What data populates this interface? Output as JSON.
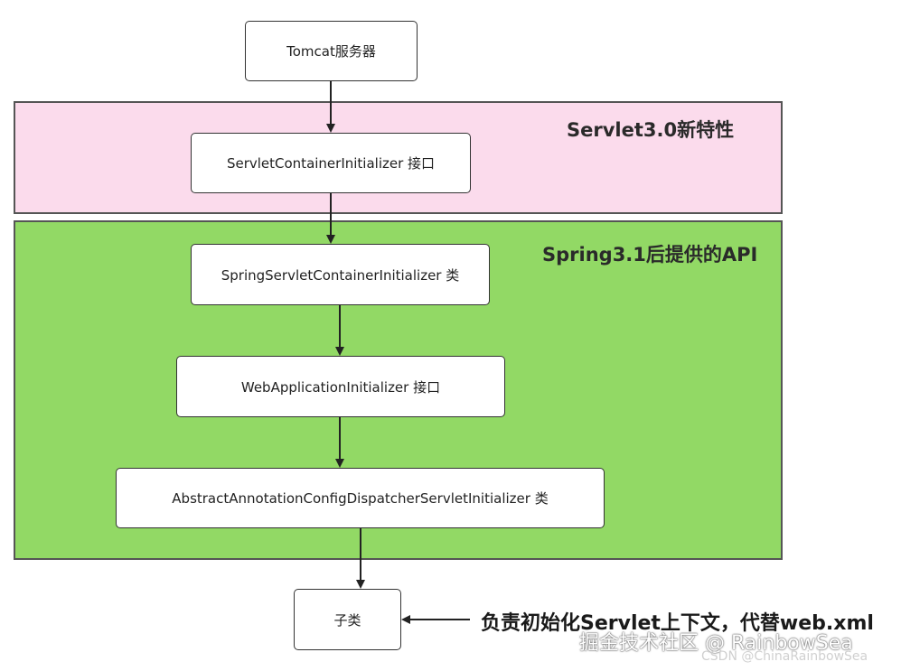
{
  "regions": {
    "servlet": {
      "title": "Servlet3.0新特性",
      "color": "#fbdbec"
    },
    "spring": {
      "title": "Spring3.1后提供的API",
      "color": "#92d965"
    }
  },
  "nodes": {
    "tomcat": "Tomcat服务器",
    "servlet_container_initializer": "ServletContainerInitializer 接口",
    "spring_servlet_container_initializer": "SpringServletContainerInitializer 类",
    "web_application_initializer": "WebApplicationInitializer 接口",
    "abstract_dispatcher_initializer": "AbstractAnnotationConfigDispatcherServletInitializer 类",
    "subclass": "子类"
  },
  "annotation": {
    "text": "负责初始化Servlet上下文，代替web.xml"
  },
  "watermark": {
    "primary": "掘金技术社区 @ RainbowSea",
    "secondary": "CSDN @ChinaRainbowSea"
  }
}
